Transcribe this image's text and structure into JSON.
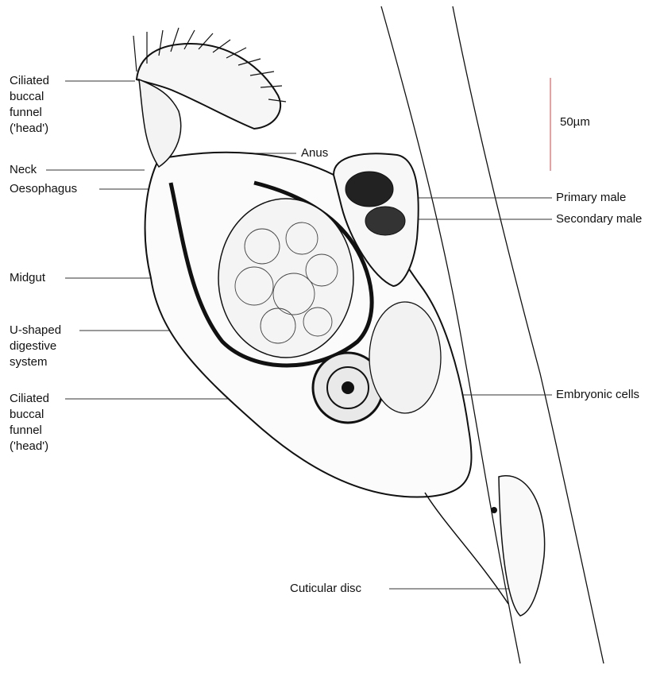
{
  "labels": {
    "buccal_funnel_top": "Ciliated\nbuccal\nfunnel\n('head')",
    "neck": "Neck",
    "oesophagus": "Oesophagus",
    "midgut": "Midgut",
    "digestive_system": "U-shaped\ndigestive\nsystem",
    "buccal_funnel_bottom": "Ciliated\nbuccal\nfunnel\n('head')",
    "anus": "Anus",
    "primary_male": "Primary male",
    "secondary_male": "Secondary male",
    "embryonic_cells": "Embryonic cells",
    "cuticular_disc": "Cuticular disc",
    "scale_bar": "50µm"
  },
  "colors": {
    "ink": "#111111",
    "scale_bar": "#e8a0a0"
  }
}
